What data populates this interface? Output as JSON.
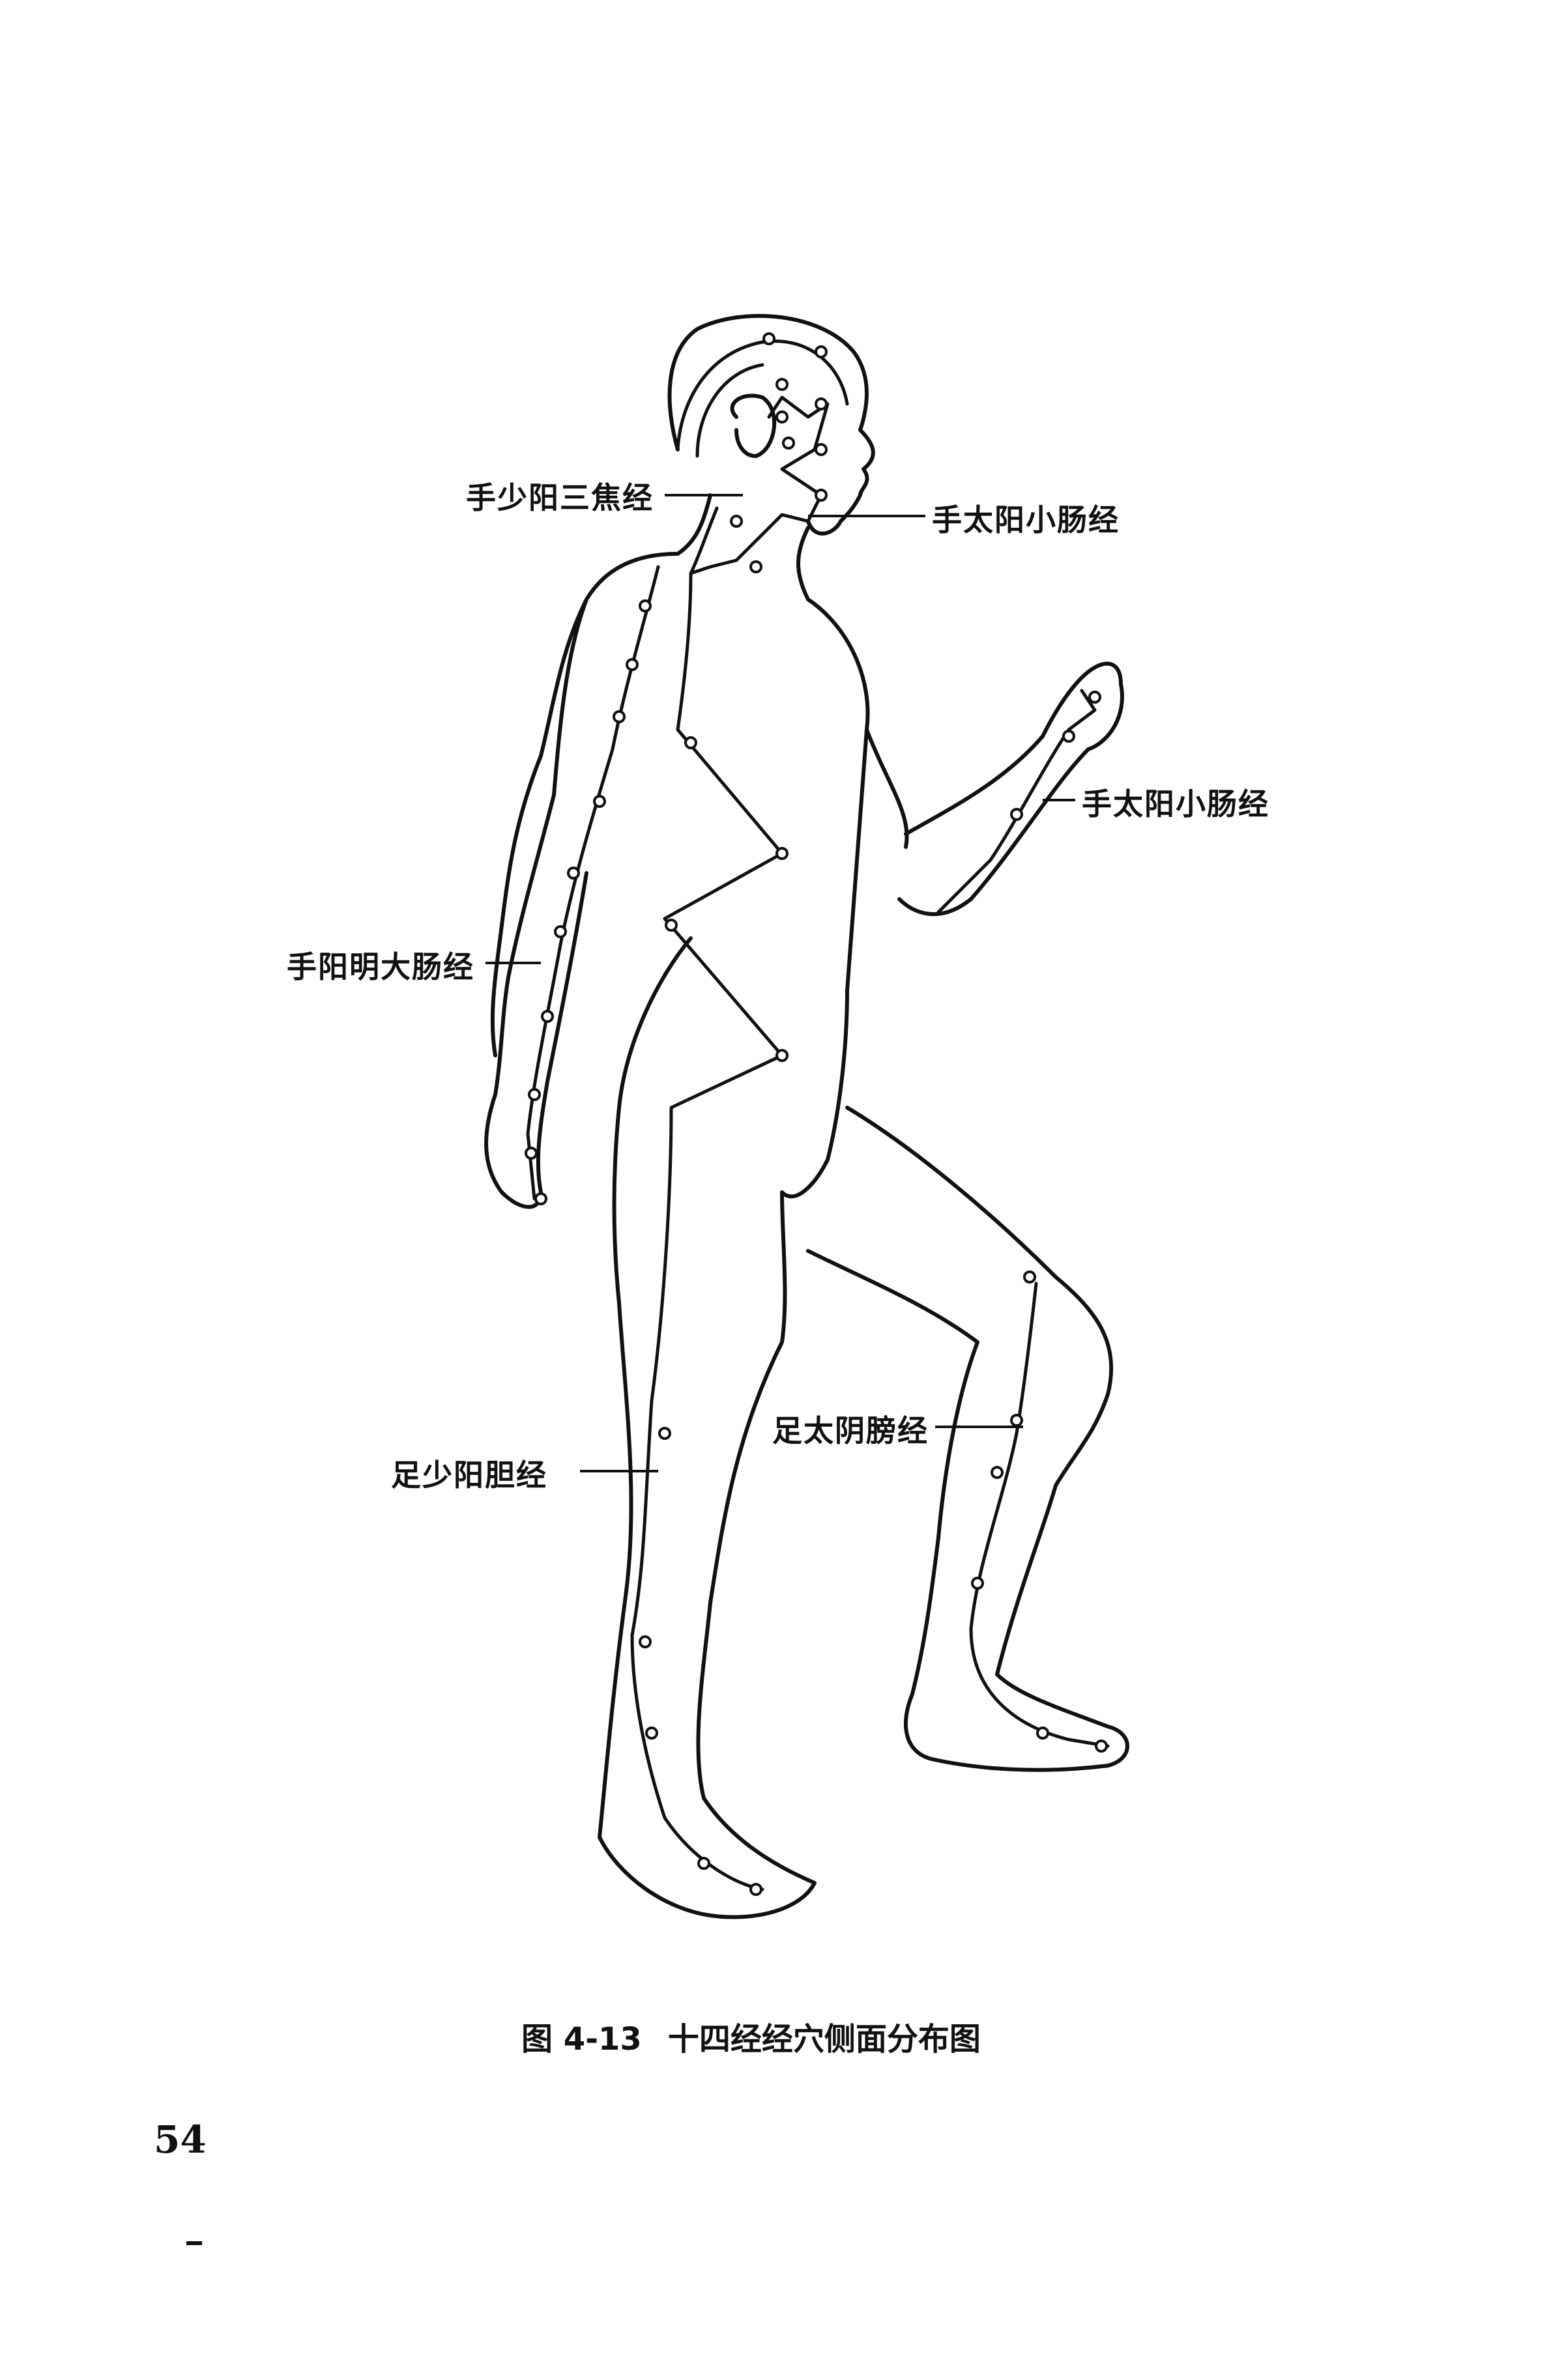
{
  "labels": {
    "san_jiao": "手少阳三焦经",
    "small_intestine_head": "手太阳小肠经",
    "small_intestine_arm": "手太阳小肠经",
    "large_intestine": "手阳明大肠经",
    "bladder": "足太阴膀经",
    "gallbladder": "足少阳胆经"
  },
  "caption": {
    "figure_no": "图 4-13",
    "title": "十四经经穴侧面分布图"
  },
  "page_number": "54"
}
